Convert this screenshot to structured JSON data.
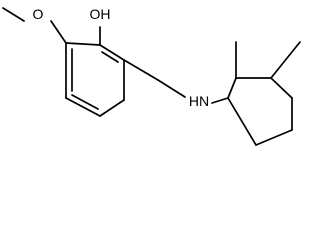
{
  "molecule": {
    "atom_labels": {
      "hydroxyl": "OH",
      "methoxy_oxygen": "O",
      "amine": "HN"
    },
    "colors": {
      "bond": "#000000",
      "label": "#000000",
      "background": "#ffffff"
    }
  }
}
